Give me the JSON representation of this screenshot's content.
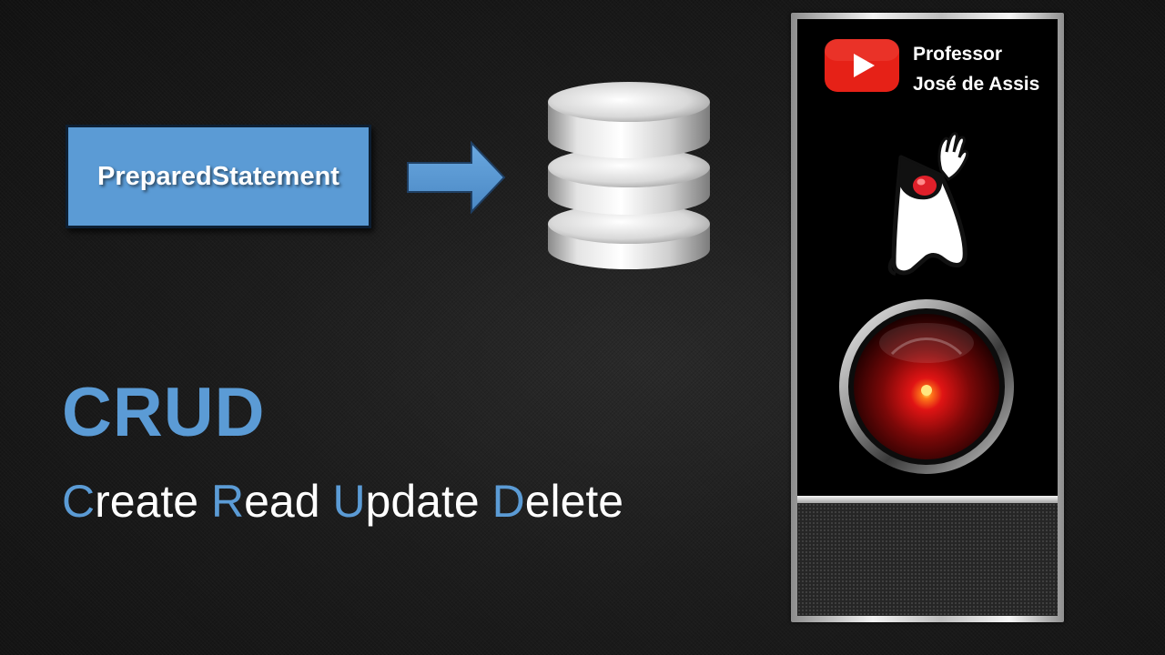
{
  "diagram": {
    "box_label": "PreparedStatement",
    "arrow_icon": "right-arrow-icon",
    "database_icon": "database-icon"
  },
  "title": {
    "heading": "CRUD",
    "words": [
      {
        "initial": "C",
        "rest": "reate"
      },
      {
        "initial": "R",
        "rest": "ead"
      },
      {
        "initial": "U",
        "rest": "pdate"
      },
      {
        "initial": "D",
        "rest": "elete"
      }
    ]
  },
  "channel": {
    "icon": "youtube-play-icon",
    "name_line1": "Professor",
    "name_line2": "José de Assis",
    "mascot_icon": "java-duke-icon",
    "eye_icon": "hal-eye-icon"
  },
  "colors": {
    "accent": "#5b9bd5",
    "text": "#ffffff",
    "youtube_red": "#e62117",
    "eye_red": "#e01414"
  }
}
